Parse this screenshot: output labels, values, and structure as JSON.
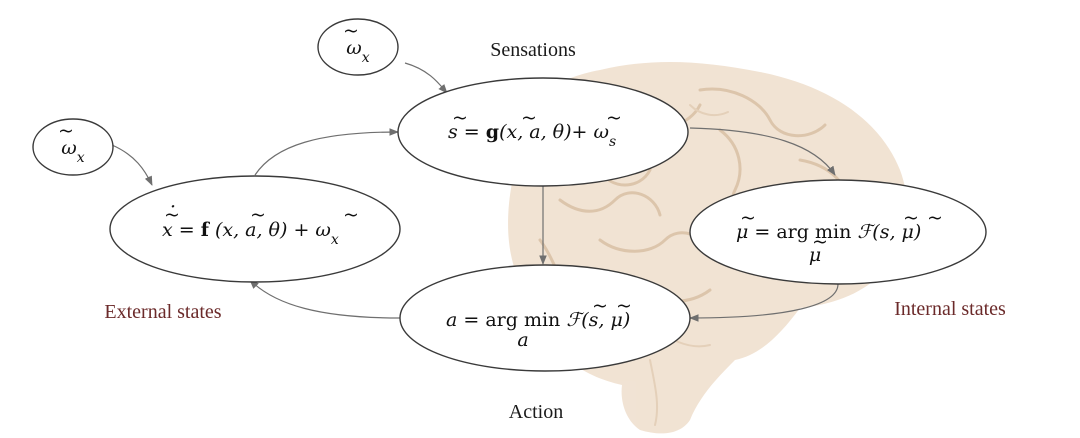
{
  "labels": {
    "sensations": "Sensations",
    "action": "Action",
    "external_states": "External states",
    "internal_states": "Internal states"
  },
  "noise_nodes": {
    "top": {
      "symbol": "ω",
      "subscript": "x"
    },
    "left": {
      "symbol": "ω",
      "subscript": "x"
    }
  },
  "equations": {
    "sensation": {
      "lhs": "s",
      "eq": " = ",
      "func": "g",
      "args": "(x, a, θ)",
      "plus": "+ ",
      "noise": "ω",
      "noise_sub": "s"
    },
    "external": {
      "lhs": "x",
      "eq": " = ",
      "func": "f",
      "args": " (x, a, θ)",
      "plus": " + ",
      "noise": "ω",
      "noise_sub": "x"
    },
    "internal": {
      "lhs": "μ",
      "eq": " = ",
      "op": "arg min ",
      "func": "ℱ",
      "args": "(s, μ)",
      "under": "μ"
    },
    "action": {
      "lhs": "a",
      "eq": " = ",
      "op": "arg min ",
      "func": "ℱ",
      "args": "(s, μ)",
      "under": "a"
    }
  },
  "colors": {
    "state_label": "#6b2a2a",
    "text": "#1a1a1a",
    "edge": "#6f6f6f",
    "brain": "#f0e0cf"
  },
  "icons": {
    "background": "brain-illustration"
  }
}
